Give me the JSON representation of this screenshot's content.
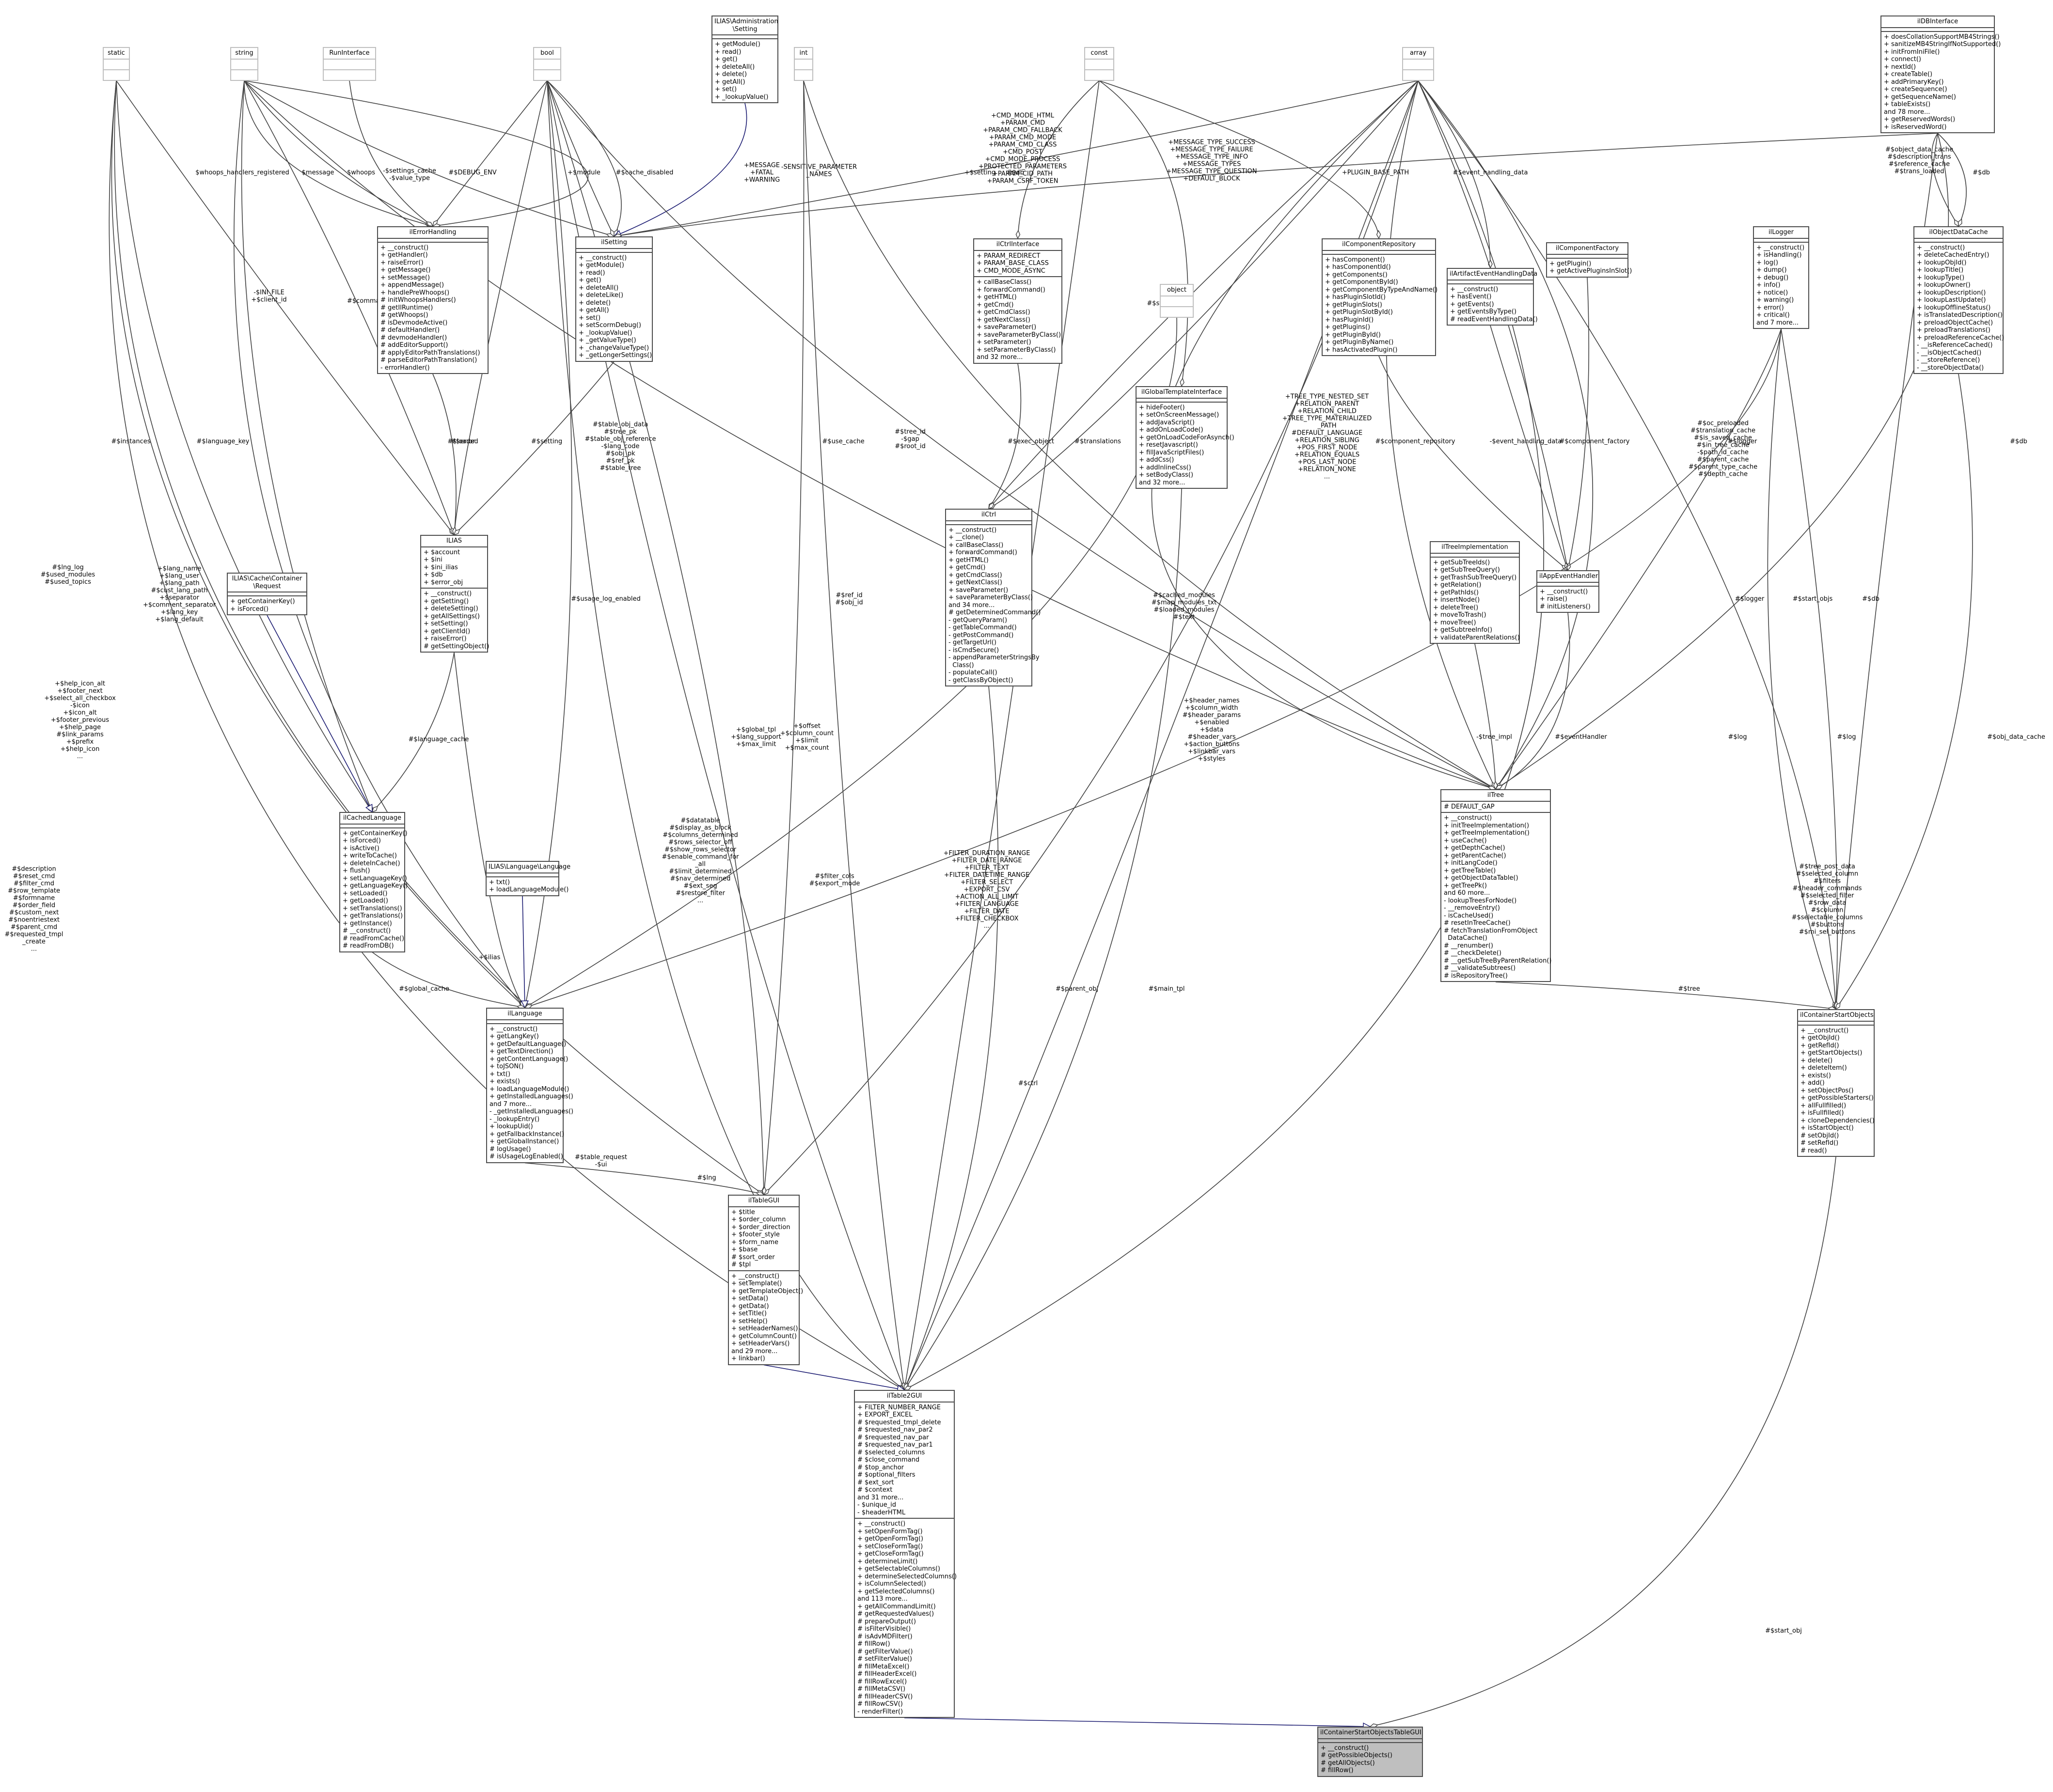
{
  "classes": [
    {
      "id": "static",
      "title": "static",
      "attrs": [],
      "methods": [],
      "ghost": true
    },
    {
      "id": "string",
      "title": "string",
      "attrs": [],
      "methods": [],
      "ghost": true
    },
    {
      "id": "RunInterface",
      "title": "RunInterface",
      "attrs": [],
      "methods": [],
      "ghost": true
    },
    {
      "id": "bool",
      "title": "bool",
      "attrs": [],
      "methods": [],
      "ghost": true
    },
    {
      "id": "int",
      "title": "int",
      "attrs": [],
      "methods": [],
      "ghost": true
    },
    {
      "id": "const",
      "title": "const",
      "attrs": [],
      "methods": [],
      "ghost": true
    },
    {
      "id": "array",
      "title": "array",
      "attrs": [],
      "methods": [],
      "ghost": true
    },
    {
      "id": "object",
      "title": "object",
      "attrs": [],
      "methods": [],
      "ghost": true
    },
    {
      "id": "admsetting",
      "title": "ILIAS\\Administration\n\\Setting",
      "attrs": [],
      "methods": [
        "+ getModule()",
        "+ read()",
        "+ get()",
        "+ deleteAll()",
        "+ delete()",
        "+ getAll()",
        "+ set()",
        "+ _lookupValue()"
      ]
    },
    {
      "id": "dbinterface",
      "title": "ilDBInterface",
      "attrs": [],
      "methods": [
        "+ doesCollationSupportMB4Strings()",
        "+ sanitizeMB4StringIfNotSupported()",
        "+ initFromIniFile()",
        "+ connect()",
        "+ nextId()",
        "+ createTable()",
        "+ addPrimaryKey()",
        "+ createSequence()",
        "+ getSequenceName()",
        "+ tableExists()",
        "and 78 more...",
        "+ getReservedWords()",
        "+ isReservedWord()"
      ]
    },
    {
      "id": "errorhandling",
      "title": "ilErrorHandling",
      "attrs": [],
      "methods": [
        "+ __construct()",
        "+ getHandler()",
        "+ raiseError()",
        "+ getMessage()",
        "+ setMessage()",
        "+ appendMessage()",
        "+ handlePreWhoops()",
        "# initWhoopsHandlers()",
        "# getIlRuntime()",
        "# getWhoops()",
        "# isDevmodeActive()",
        "# defaultHandler()",
        "# devmodeHandler()",
        "# addEditorSupport()",
        "# applyEditorPathTranslations()",
        "# parseEditorPathTranslation()",
        "- errorHandler()"
      ]
    },
    {
      "id": "ilsetting",
      "title": "ilSetting",
      "attrs": [],
      "methods": [
        "+ __construct()",
        "+ getModule()",
        "+ read()",
        "+ get()",
        "+ deleteAll()",
        "+ deleteLike()",
        "+ delete()",
        "+ getAll()",
        "+ set()",
        "+ setScormDebug()",
        "+ _lookupValue()",
        "+ _getValueType()",
        "+ _changeValueType()",
        "+ _getLongerSettings()"
      ]
    },
    {
      "id": "ctrlinterface",
      "title": "ilCtrlInterface",
      "attrs": [
        "+ PARAM_REDIRECT",
        "+ PARAM_BASE_CLASS",
        "+ CMD_MODE_ASYNC"
      ],
      "methods": [
        "+ callBaseClass()",
        "+ forwardCommand()",
        "+ getHTML()",
        "+ getCmd()",
        "+ getCmdClass()",
        "+ getNextClass()",
        "+ saveParameter()",
        "+ saveParameterByClass()",
        "+ setParameter()",
        "+ setParameterByClass()",
        "and 32 more..."
      ]
    },
    {
      "id": "componentrepository",
      "title": "ilComponentRepository",
      "attrs": [],
      "methods": [
        "+ hasComponent()",
        "+ hasComponentId()",
        "+ getComponents()",
        "+ getComponentById()",
        "+ getComponentByTypeAndName()",
        "+ hasPluginSlotId()",
        "+ getPluginSlots()",
        "+ getPluginSlotById()",
        "+ hasPluginId()",
        "+ getPlugins()",
        "+ getPluginById()",
        "+ getPluginByName()",
        "+ hasActivatedPlugin()"
      ]
    },
    {
      "id": "artifactevent",
      "title": "ilArtifactEventHandlingData",
      "attrs": [],
      "methods": [
        "+ __construct()",
        "+ hasEvent()",
        "+ getEvents()",
        "+ getEventsByType()",
        "# readEventHandlingData()"
      ]
    },
    {
      "id": "componentfactory",
      "title": "ilComponentFactory",
      "attrs": [],
      "methods": [
        "+ getPlugin()",
        "+ getActivePluginsInSlot()"
      ]
    },
    {
      "id": "logger",
      "title": "ilLogger",
      "attrs": [],
      "methods": [
        "+ __construct()",
        "+ isHandling()",
        "+ log()",
        "+ dump()",
        "+ debug()",
        "+ info()",
        "+ notice()",
        "+ warning()",
        "+ error()",
        "+ critical()",
        "and 7 more..."
      ]
    },
    {
      "id": "objectdatacache",
      "title": "ilObjectDataCache",
      "attrs": [],
      "methods": [
        "+ __construct()",
        "+ deleteCachedEntry()",
        "+ lookupObjId()",
        "+ lookupTitle()",
        "+ lookupType()",
        "+ lookupOwner()",
        "+ lookupDescription()",
        "+ lookupLastUpdate()",
        "+ lookupOfflineStatus()",
        "+ isTranslatedDescription()",
        "+ preloadObjectCache()",
        "+ preloadTranslations()",
        "+ preloadReferenceCache()",
        "- __isReferenceCached()",
        "- __isObjectCached()",
        "- __storeReference()",
        "- __storeObjectData()"
      ]
    },
    {
      "id": "globaltemplate",
      "title": "ilGlobalTemplateInterface",
      "attrs": [],
      "methods": [
        "+ hideFooter()",
        "+ setOnScreenMessage()",
        "+ addJavaScript()",
        "+ addOnLoadCode()",
        "+ getOnLoadCodeForAsynch()",
        "+ resetJavascript()",
        "+ fillJavaScriptFiles()",
        "+ addCss()",
        "+ addInlineCss()",
        "+ setBodyClass()",
        "and 32 more..."
      ]
    },
    {
      "id": "ilias",
      "title": "ILIAS",
      "attrs": [
        "+ $account",
        "+ $ini",
        "+ $ini_ilias",
        "+ $db",
        "+ $error_obj"
      ],
      "methods": [
        "+ __construct()",
        "+ getSetting()",
        "+ deleteSetting()",
        "+ getAllSettings()",
        "+ setSetting()",
        "+ getClientId()",
        "+ raiseError()",
        "# getSettingObject()"
      ]
    },
    {
      "id": "ilctrl",
      "title": "ilCtrl",
      "attrs": [],
      "methods": [
        "+ __construct()",
        "+ __clone()",
        "+ callBaseClass()",
        "+ forwardCommand()",
        "+ getHTML()",
        "+ getCmd()",
        "+ getCmdClass()",
        "+ getNextClass()",
        "+ saveParameter()",
        "+ saveParameterByClass()",
        "and 34 more...",
        "# getDeterminedCommand()",
        "- getQueryParam()",
        "- getTableCommand()",
        "- getPostCommand()",
        "- getTargetUrl()",
        "- isCmdSecure()",
        "- appendParameterStringsBy\n  Class()",
        "- populateCall()",
        "- getClassByObject()"
      ]
    },
    {
      "id": "cacherequest",
      "title": "ILIAS\\Cache\\Container\n\\Request",
      "attrs": [],
      "methods": [
        "+ getContainerKey()",
        "+ isForced()"
      ]
    },
    {
      "id": "treeimpl",
      "title": "ilTreeImplementation",
      "attrs": [],
      "methods": [
        "+ getSubTreeIds()",
        "+ getSubTreeQuery()",
        "+ getTrashSubTreeQuery()",
        "+ getRelation()",
        "+ getPathIds()",
        "+ insertNode()",
        "+ deleteTree()",
        "+ moveToTrash()",
        "+ moveTree()",
        "+ getSubtreeInfo()",
        "+ validateParentRelations()"
      ]
    },
    {
      "id": "appevent",
      "title": "ilAppEventHandler",
      "attrs": [],
      "methods": [
        "+ __construct()",
        "+ raise()",
        "# initListeners()"
      ]
    },
    {
      "id": "cachedlanguage",
      "title": "ilCachedLanguage",
      "attrs": [],
      "methods": [
        "+ getContainerKey()",
        "+ isForced()",
        "+ isActive()",
        "+ writeToCache()",
        "+ deleteInCache()",
        "+ flush()",
        "+ setLanguageKey()",
        "+ getLanguageKey()",
        "+ setLoaded()",
        "+ getLoaded()",
        "+ setTranslations()",
        "+ getTranslations()",
        "+ getInstance()",
        "# __construct()",
        "# readFromCache()",
        "# readFromDB()"
      ]
    },
    {
      "id": "langlang",
      "title": "ILIAS\\Language\\Language",
      "attrs": [],
      "methods": [
        "+ txt()",
        "+ loadLanguageModule()"
      ]
    },
    {
      "id": "iltree",
      "title": "ilTree",
      "attrs": [
        "# DEFAULT_GAP"
      ],
      "methods": [
        "+ __construct()",
        "+ initTreeImplementation()",
        "+ getTreeImplementation()",
        "+ useCache()",
        "+ getDepthCache()",
        "+ getParentCache()",
        "+ initLangCode()",
        "+ getTreeTable()",
        "+ getObjectDataTable()",
        "+ getTreePk()",
        "and 60 more...",
        "- lookupTreesForNode()",
        "- __removeEntry()",
        "- isCacheUsed()",
        "# resetInTreeCache()",
        "# fetchTranslationFromObject\n  DataCache()",
        "# __renumber()",
        "# __checkDelete()",
        "# __getSubTreeByParentRelation()",
        "# __validateSubtrees()",
        "# isRepositoryTree()"
      ]
    },
    {
      "id": "language",
      "title": "ilLanguage",
      "attrs": [],
      "methods": [
        "+ __construct()",
        "+ getLangKey()",
        "+ getDefaultLanguage()",
        "+ getTextDirection()",
        "+ getContentLanguage()",
        "+ toJSON()",
        "+ txt()",
        "+ exists()",
        "+ loadLanguageModule()",
        "+ getInstalledLanguages()",
        "and 7 more...",
        "- _getInstalledLanguages()",
        "- _lookupEntry()",
        "+ lookupUid()",
        "+ getFallbackInstance()",
        "+ getGlobalInstance()",
        "# logUsage()",
        "# isUsageLogEnabled()"
      ]
    },
    {
      "id": "containerstart",
      "title": "ilContainerStartObjects",
      "attrs": [],
      "methods": [
        "+ __construct()",
        "+ getObjId()",
        "+ getRefId()",
        "+ getStartObjects()",
        "+ delete()",
        "+ deleteItem()",
        "+ exists()",
        "+ add()",
        "+ setObjectPos()",
        "+ getPossibleStarters()",
        "+ allFullfilled()",
        "+ isFullfilled()",
        "+ cloneDependencies()",
        "+ isStartObject()",
        "# setObjId()",
        "# setRefId()",
        "# read()"
      ]
    },
    {
      "id": "tablegui",
      "title": "ilTableGUI",
      "attrs": [
        "+ $title",
        "+ $order_column",
        "+ $order_direction",
        "+ $footer_style",
        "+ $form_name",
        "+ $base",
        "# $sort_order",
        "# $tpl"
      ],
      "methods": [
        "+ __construct()",
        "+ setTemplate()",
        "+ getTemplateObject()",
        "+ setData()",
        "+ getData()",
        "+ setTitle()",
        "+ setHelp()",
        "+ setHeaderNames()",
        "+ getColumnCount()",
        "+ setHeaderVars()",
        "and 29 more...",
        "+ linkbar()"
      ]
    },
    {
      "id": "table2gui",
      "title": "ilTable2GUI",
      "attrs": [
        "+ FILTER_NUMBER_RANGE",
        "+ EXPORT_EXCEL",
        "# $requested_tmpl_delete",
        "# $requested_nav_par2",
        "# $requested_nav_par",
        "# $requested_nav_par1",
        "# $selected_columns",
        "# $close_command",
        "# $top_anchor",
        "# $optional_filters",
        "# $ext_sort",
        "# $context",
        "and 31 more...",
        "- $unique_id",
        "- $headerHTML"
      ],
      "methods": [
        "+ __construct()",
        "+ setOpenFormTag()",
        "+ getOpenFormTag()",
        "+ setCloseFormTag()",
        "+ getCloseFormTag()",
        "+ determineLimit()",
        "+ getSelectableColumns()",
        "+ determineSelectedColumns()",
        "+ isColumnSelected()",
        "+ getSelectedColumns()",
        "and 113 more...",
        "+ getAllCommandLimit()",
        "# getRequestedValues()",
        "# prepareOutput()",
        "# isFilterVisible()",
        "# isAdvMDFilter()",
        "# fillRow()",
        "# getFilterValue()",
        "# setFilterValue()",
        "# fillMetaExcel()",
        "# fillHeaderExcel()",
        "# fillRowExcel()",
        "# fillMetaCSV()",
        "# fillHeaderCSV()",
        "# fillRowCSV()",
        "- renderFilter()"
      ]
    },
    {
      "id": "target",
      "title": "ilContainerStartObjectsTableGUI",
      "attrs": [],
      "methods": [
        "+ __construct()",
        "# getPossibleObjects()",
        "# getAllObjects()",
        "# fillRow()"
      ],
      "highlight": true
    }
  ],
  "edge_labels": [
    {
      "id": "e1",
      "text": "$whoops_handlers_registered"
    },
    {
      "id": "e2",
      "text": "$message"
    },
    {
      "id": "e3",
      "text": "$whoops"
    },
    {
      "id": "e4",
      "text": "#$DEBUG_ENV"
    },
    {
      "id": "e5",
      "text": "-$settings_cache\n-$value_type"
    },
    {
      "id": "e6",
      "text": "+$module"
    },
    {
      "id": "e7",
      "text": "#$cache_disabled"
    },
    {
      "id": "e8",
      "text": "+MESSAGE\n+FATAL\n+WARNING"
    },
    {
      "id": "e9",
      "text": "-SENSITIVE_PARAMETER\n_NAMES"
    },
    {
      "id": "e10",
      "text": "+$setting"
    },
    {
      "id": "e11",
      "text": "#$db"
    },
    {
      "id": "e12",
      "text": "+CMD_MODE_HTML\n+PARAM_CMD\n+PARAM_CMD_FALLBACK\n+PARAM_CMD_MODE\n+PARAM_CMD_CLASS\n+CMD_POST\n+CMD_MODE_PROCESS\n+PROTECTED_PARAMETERS\n+PARAM_CID_PATH\n+PARAM_CSRF_TOKEN"
    },
    {
      "id": "e13",
      "text": "+MESSAGE_TYPE_SUCCESS\n+MESSAGE_TYPE_FAILURE\n+MESSAGE_TYPE_INFO\n+MESSAGE_TYPES\n+MESSAGE_TYPE_QUESTION\n+DEFAULT_BLOCK"
    },
    {
      "id": "e14",
      "text": "+PLUGIN_BASE_PATH"
    },
    {
      "id": "e15",
      "text": "#$event_handling_data"
    },
    {
      "id": "e16",
      "text": "#$object_data_cache\n#$description_trans\n#$reference_cache\n#$trans_loaded"
    },
    {
      "id": "e17",
      "text": "#$db"
    },
    {
      "id": "e18",
      "text": "-$INI_FILE\n+$client_id"
    },
    {
      "id": "e19",
      "text": "#$command"
    },
    {
      "id": "e20",
      "text": "#$instances"
    },
    {
      "id": "e21",
      "text": "#$language_key"
    },
    {
      "id": "e22",
      "text": "#$loaded"
    },
    {
      "id": "e23",
      "text": "#$error"
    },
    {
      "id": "e24",
      "text": "#$setting"
    },
    {
      "id": "e25",
      "text": "#$table_obj_data\n#$tree_pk\n#$table_obj_reference\n-$lang_code\n#$obj_pk\n#$ref_pk\n#$table_tree"
    },
    {
      "id": "e26",
      "text": "#$use_cache"
    },
    {
      "id": "e27",
      "text": "#$tree_id\n-$gap\n#$root_id"
    },
    {
      "id": "e28",
      "text": "#$exec_object"
    },
    {
      "id": "e29",
      "text": "#$translations"
    },
    {
      "id": "e30",
      "text": "#$stacktrace"
    },
    {
      "id": "e31",
      "text": "#$listener"
    },
    {
      "id": "e32",
      "text": "+TREE_TYPE_NESTED_SET\n+RELATION_PARENT\n+RELATION_CHILD\n+TREE_TYPE_MATERIALIZED\n_PATH\n#DEFAULT_LANGUAGE\n+RELATION_SIBLING\n+POS_FIRST_NODE\n+RELATION_EQUALS\n+POS_LAST_NODE\n+RELATION_NONE\n..."
    },
    {
      "id": "e33",
      "text": "#$component_repository"
    },
    {
      "id": "e34",
      "text": "-$event_handling_data"
    },
    {
      "id": "e35",
      "text": "#$component_factory"
    },
    {
      "id": "e36",
      "text": "#$oc_preloaded\n#$translation_cache\n#$is_saved_cache\n#$in_tree_cache\n-$path_id_cache\n#$parent_cache\n#$parent_type_cache\n#$depth_cache"
    },
    {
      "id": "e37",
      "text": "#$logger"
    },
    {
      "id": "e38",
      "text": "#$db"
    },
    {
      "id": "e39",
      "text": "#$lng_log\n#$used_modules\n#$used_topics"
    },
    {
      "id": "e40",
      "text": "+$lang_name\n+$lang_user\n+$lang_path\n#$cust_lang_path\n+$separator\n+$comment_separator\n+$lang_key\n+$lang_default"
    },
    {
      "id": "e41",
      "text": "#$usage_log_enabled"
    },
    {
      "id": "e42",
      "text": "#$language_cache"
    },
    {
      "id": "e43",
      "text": "+$help_icon_alt\n+$footer_next\n+$select_all_checkbox\n-$icon\n+$icon_alt\n+$footer_previous\n+$help_page\n#$link_params\n+$prefix\n+$help_icon\n..."
    },
    {
      "id": "e44",
      "text": "+$ilias"
    },
    {
      "id": "e45",
      "text": "#$global_cache"
    },
    {
      "id": "e46",
      "text": "#$ref_id\n#$obj_id"
    },
    {
      "id": "e47",
      "text": "#$cached_modules\n#$map_modules_txt\n#$loaded_modules\n#$text"
    },
    {
      "id": "e48",
      "text": "-$tree_impl"
    },
    {
      "id": "e49",
      "text": "#$eventHandler"
    },
    {
      "id": "e50",
      "text": "#$logger"
    },
    {
      "id": "e51",
      "text": "#$log"
    },
    {
      "id": "e52",
      "text": "#$log"
    },
    {
      "id": "e53",
      "text": "#$start_objs"
    },
    {
      "id": "e54",
      "text": "#$db"
    },
    {
      "id": "e55",
      "text": "#$obj_data_cache"
    },
    {
      "id": "e56",
      "text": "#$lng"
    },
    {
      "id": "e57",
      "text": "+$header_names\n+$column_width\n#$header_params\n+$enabled\n+$data\n#$header_vars\n+$action_buttons\n+$linkbar_vars\n+$styles"
    },
    {
      "id": "e58",
      "text": "+$global_tpl\n+$lang_support\n+$max_limit"
    },
    {
      "id": "e59",
      "text": "+$offset\n+$column_count\n+$limit\n+$max_count"
    },
    {
      "id": "e60",
      "text": "#$datatable\n#$display_as_block\n#$columns_determined\n#$rows_selector_off\n#$show_rows_selector\n#$enable_command_for\n_all\n#$limit_determined\n#$nav_determined\n#$ext_seg\n#$restore_filter\n..."
    },
    {
      "id": "e61",
      "text": "+FILTER_DURATION_RANGE\n+FILTER_DATE_RANGE\n+FILTER_TEXT\n+FILTER_DATETIME_RANGE\n+FILTER_SELECT\n+EXPORT_CSV\n+ACTION_ALL_LIMIT\n+FILTER_LANGUAGE\n+FILTER_DATE\n+FILTER_CHECKBOX\n..."
    },
    {
      "id": "e62",
      "text": "#$filter_cols\n#$export_mode"
    },
    {
      "id": "e63",
      "text": "#$parent_obj"
    },
    {
      "id": "e64",
      "text": "#$main_tpl"
    },
    {
      "id": "e65",
      "text": "#$ctrl"
    },
    {
      "id": "e66",
      "text": "#$tree"
    },
    {
      "id": "e67",
      "text": "#$tree_post_data\n#$selected_column\n#$filters\n#$header_commands\n#$selected_filter\n#$row_data\n#$column\n#$selectable_columns\n#$buttons\n#$mi_sel_buttons"
    },
    {
      "id": "e68",
      "text": "#$table_request\n-$ui"
    },
    {
      "id": "e69",
      "text": "#$description\n#$reset_cmd\n#$filter_cmd\n#$row_template\n#$formname\n#$order_field\n#$custom_next\n#$noentriestext\n#$parent_cmd\n#$requested_tmpl\n_create\n..."
    },
    {
      "id": "e70",
      "text": "#$start_obj"
    }
  ]
}
